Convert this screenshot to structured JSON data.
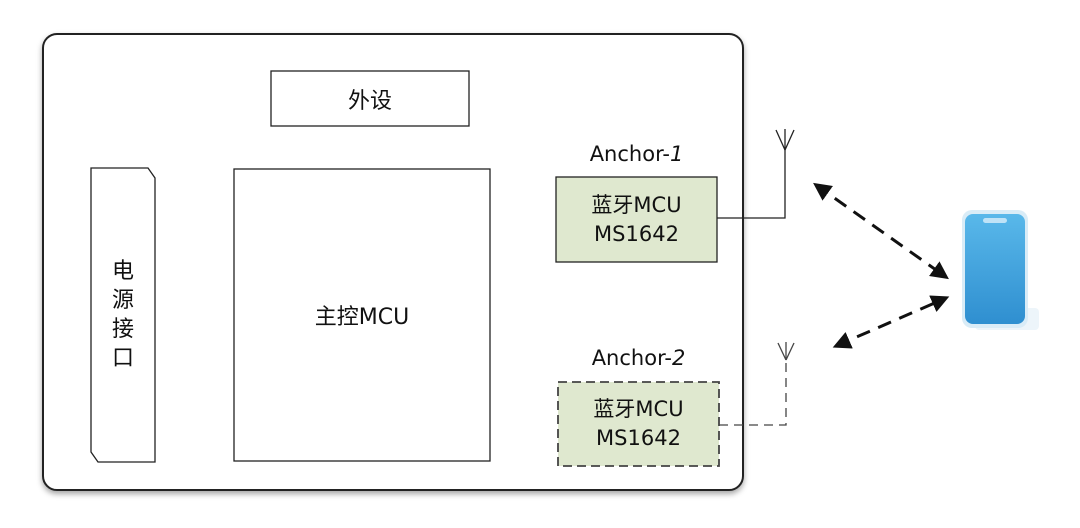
{
  "peripheral": {
    "label": "外设"
  },
  "power": {
    "chars": [
      "电",
      "源",
      "接",
      "口"
    ]
  },
  "main_mcu": {
    "label": "主控MCU"
  },
  "anchor1": {
    "title_prefix": "Anchor-",
    "title_num": "1",
    "line1": "蓝牙MCU",
    "line2": "MS1642",
    "fill": "#dfe8cf"
  },
  "anchor2": {
    "title_prefix": "Anchor-",
    "title_num": "2",
    "line1": "蓝牙MCU",
    "line2": "MS1642",
    "fill": "#dfe8cf"
  },
  "phone": {
    "icon": "smartphone-icon",
    "color": "#3ba3de"
  }
}
